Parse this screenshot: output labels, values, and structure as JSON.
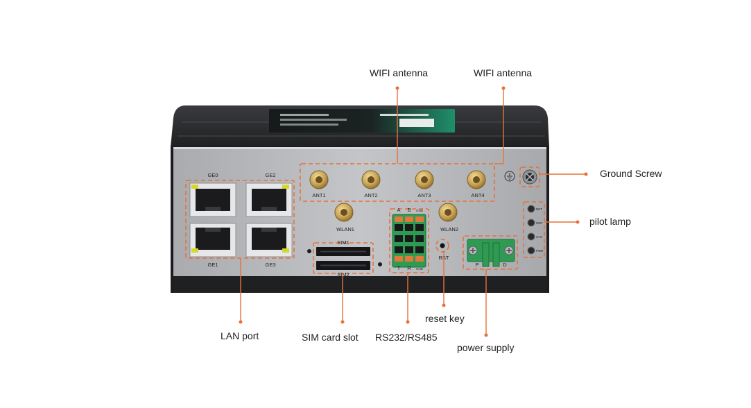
{
  "callouts": {
    "wifi_antenna_1": "WIFI antenna",
    "wifi_antenna_2": "WIFI antenna",
    "ground_screw": "Ground Screw",
    "pilot_lamp": "pilot lamp",
    "lan_port": "LAN port",
    "sim_card_slot": "SIM card slot",
    "rs232_rs485": "RS232/RS485",
    "reset_key": "reset key",
    "power_supply": "power supply"
  },
  "panel_labels": {
    "ge0": "GE0",
    "ge1": "GE1",
    "ge2": "GE2",
    "ge3": "GE3",
    "ant1": "ANT1",
    "ant2": "ANT2",
    "ant3": "ANT3",
    "ant4": "ANT4",
    "wlan1": "WLAN1",
    "wlan2": "WLAN2",
    "sim1": "SIM1",
    "sim2": "SIM2",
    "rst": "RST",
    "terminal_top_a": "A",
    "terminal_top_b": "B",
    "terminal_top_gnd": "GND",
    "terminal_bottom_t": "T",
    "terminal_bottom_r": "R",
    "terminal_bottom_gnd": "GND",
    "power_left": "P",
    "power_right": "D",
    "led_net": "NET",
    "led_wifi": "WIFI",
    "led_sys": "SYS",
    "led_pwr": "PWR"
  },
  "colors": {
    "callout_accent": "#e8703a",
    "body_dark": "#2b2b2d",
    "panel_silver": "#b5b7ba",
    "terminal_green": "#2f9a52",
    "terminal_orange": "#e07a3c",
    "label_plate_green": "#1f8f6a"
  }
}
